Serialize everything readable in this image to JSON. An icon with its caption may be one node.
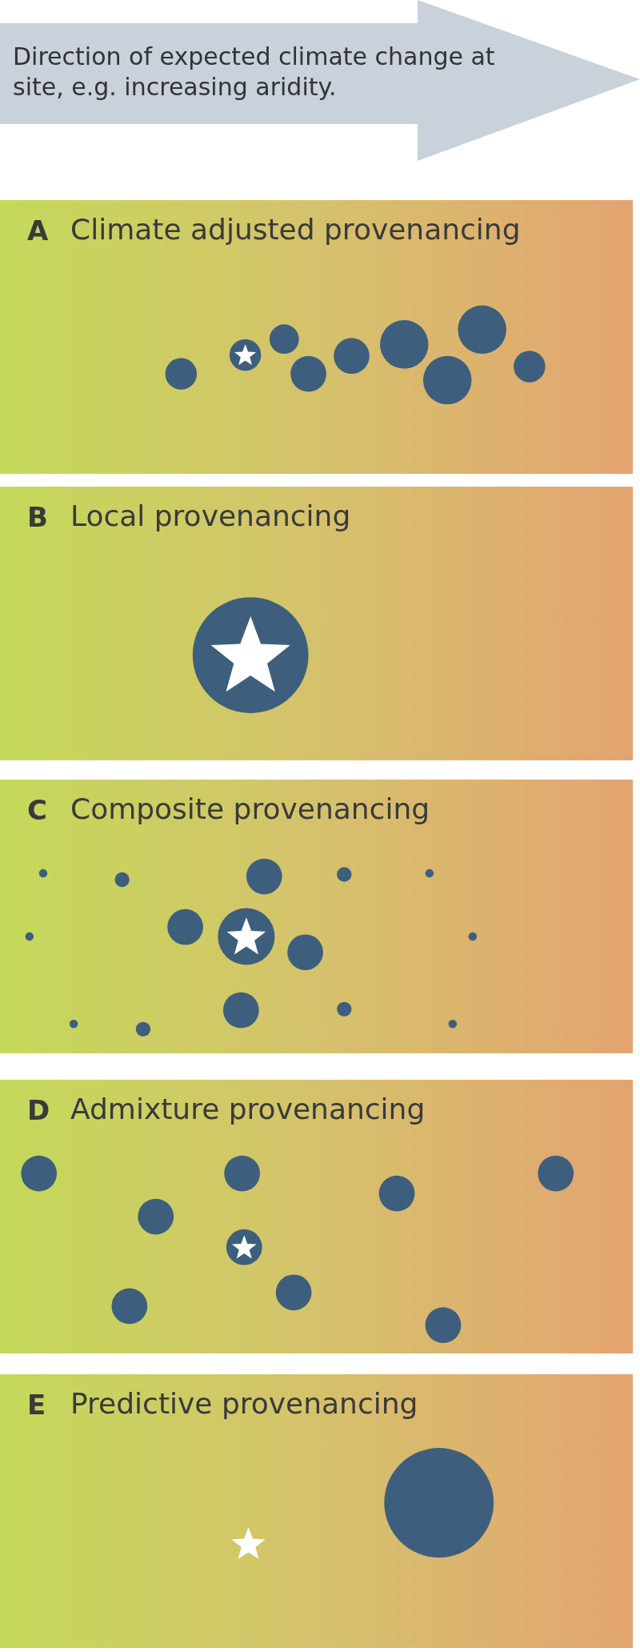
{
  "diagram": {
    "nodes": [
      {
        "text": [
          "Direction of expected climate change at site, e.g. increasing aridity."
        ]
      },
      {
        "text": [
          "A",
          "Climate adjusted provenancing"
        ]
      },
      {
        "text": [
          "B",
          "Local provenancing"
        ]
      },
      {
        "text": [
          "C",
          "Composite provenancing"
        ]
      },
      {
        "text": [
          "D",
          "Admixture provenancing"
        ]
      },
      {
        "text": [
          "E",
          "Predictive provenancing"
        ]
      }
    ]
  }
}
